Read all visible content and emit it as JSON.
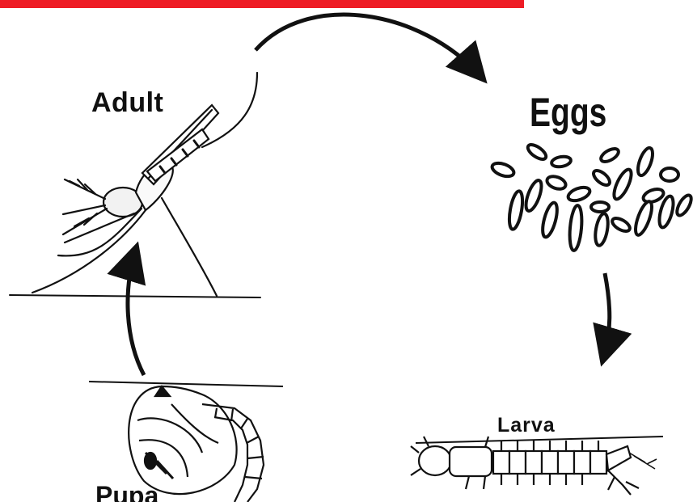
{
  "diagram": {
    "stages": {
      "adult": "Adult",
      "eggs": "Eggs",
      "larva": "Larva",
      "pupa": "Pupa"
    },
    "cycle_order": [
      "Adult",
      "Eggs",
      "Larva",
      "Pupa"
    ],
    "colors": {
      "top_rule": "#ee1c25",
      "ink": "#111111",
      "background": "#ffffff"
    }
  }
}
